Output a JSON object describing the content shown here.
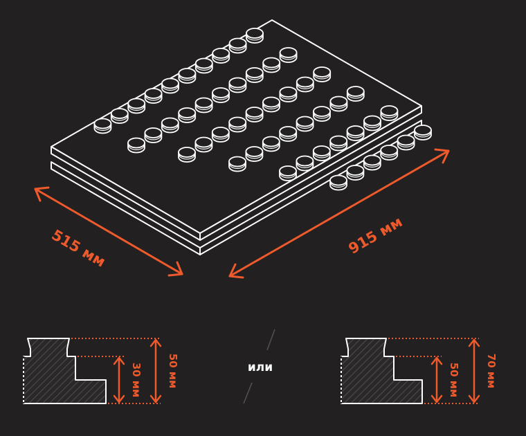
{
  "dimensions": {
    "width_label": "515 мм",
    "length_label": "915 мм"
  },
  "separator_label": "или",
  "profiles": [
    {
      "inner_label": "30 мм",
      "outer_label": "50 мм"
    },
    {
      "inner_label": "50 мм",
      "outer_label": "70 мм"
    }
  ],
  "colors": {
    "background": "#222021",
    "accent": "#ee5a2c",
    "line": "#ffffff"
  }
}
